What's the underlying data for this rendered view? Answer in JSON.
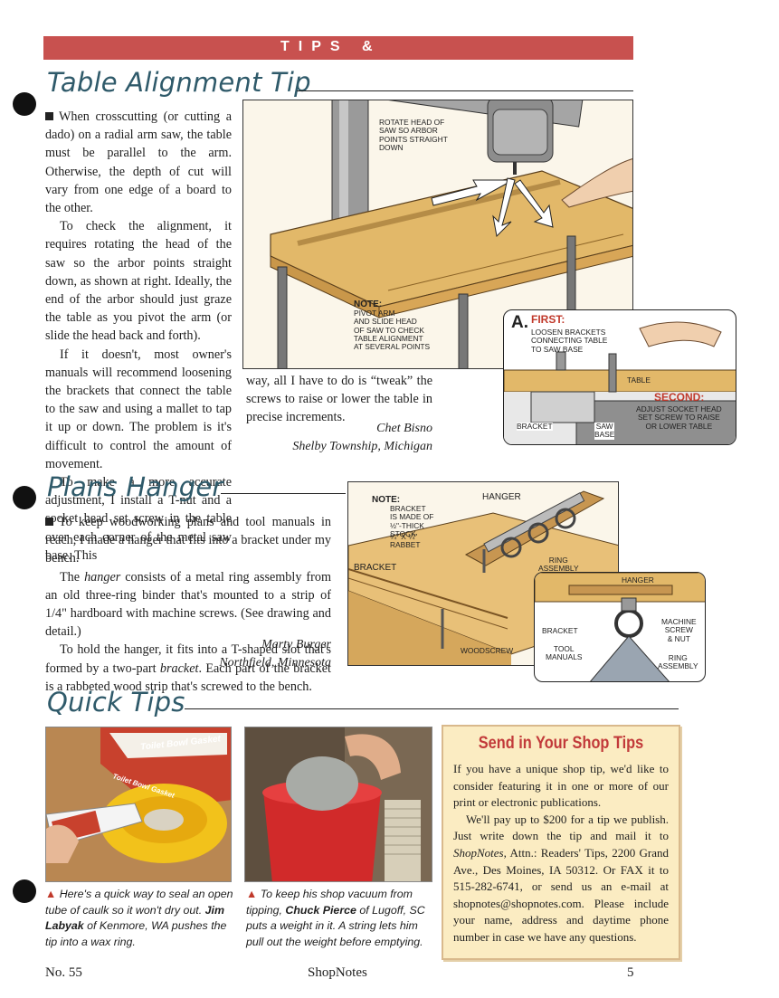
{
  "header": {
    "band_label": "TIPS &"
  },
  "table_alignment": {
    "title": "Table Alignment Tip",
    "paragraphs": [
      "When crosscutting (or cutting a dado) on a radial arm saw, the table must be parallel to the arm. Otherwise, the depth of cut will vary from one edge of a board to the other.",
      "To check the alignment, it requires rotating the head of the saw so the arbor points straight down, as shown at right. Ideally, the end of the arbor should just graze the table as you pivot the arm (or slide the head back and forth).",
      "If it doesn't, most owner's manuals will recommend loosening the brackets that connect the table to the saw and using a mallet to tap it up or down. The problem is it's difficult to control the amount of movement.",
      "To make a more accurate adjustment, I install a T-nut and a socket head set screw in the table over each corner of the metal saw base. This"
    ],
    "continuation": "way, all I have to do is “tweak” the screws to raise or lower the table in precise increments.",
    "credit_name": "Chet Bisno",
    "credit_place": "Shelby Township, Michigan",
    "illustration": {
      "label_rotate": "ROTATE HEAD OF\nSAW SO ARBOR\nPOINTS STRAIGHT\nDOWN",
      "note_heading": "NOTE:",
      "note_text": "PIVOT ARM\nAND SLIDE HEAD\nOF SAW TO CHECK\nTABLE ALIGNMENT\nAT SEVERAL POINTS",
      "detail_letter": "a.",
      "first_heading": "FIRST:",
      "first_text": "LOOSEN BRACKETS\nCONNECTING TABLE\nTO SAW BASE",
      "label_table": "TABLE",
      "second_heading": "SECOND:",
      "second_text": "ADJUST SOCKET HEAD\nSET SCREW TO RAISE\nOR LOWER TABLE",
      "label_bracket": "BRACKET",
      "label_saw_base": "SAW\nBASE"
    }
  },
  "plans_hanger": {
    "title": "Plans Hanger",
    "p1": "To keep woodworking plans and tool manuals in reach, I made a hanger that fits into a bracket under my bench.",
    "p2_pre": "The ",
    "p2_em": "hanger",
    "p2_mid": " consists of a metal ring assembly from an old three-ring binder that's mounted to a strip of ",
    "p2_fraction": "1/4",
    "p2_post": "\" hardboard with machine screws. (See drawing and detail.)",
    "p3_pre": "To hold the hanger, it fits into a T-shaped slot that's formed by a two-part ",
    "p3_em": "bracket",
    "p3_post": ". Each part of the bracket is a rabbeted wood strip that's screwed to the bench.",
    "credit_name": "Marty Burger",
    "credit_place": "Northfield, Minnesota",
    "illustration": {
      "note_heading": "NOTE:",
      "note_text": "BRACKET\nIS MADE OF\n½\"-THICK\nSTOCK",
      "label_hanger": "HANGER",
      "label_rabbet": "¼\" x ¼\"\nRABBET",
      "label_bracket": "BRACKET",
      "label_ring_assembly": "RING\nASSEMBLY",
      "label_woodscrew": "WOODSCREW",
      "detail_hanger": "HANGER",
      "detail_bracket": "BRACKET",
      "detail_tool_manuals": "TOOL\nMANUALS",
      "detail_machine_screw": "MACHINE\nSCREW\n& NUT",
      "detail_ring_assembly": "RING\nASSEMBLY"
    }
  },
  "quick_tips": {
    "title": "Quick Tips",
    "tip1": {
      "pre": "Here's a quick way to seal an open tube of caulk so it won't dry out. ",
      "name": "Jim Labyak",
      "post": " of Kenmore, WA pushes the tip into a wax ring.",
      "box_text_1": "Toilet Bowl Gasket",
      "box_text_2": "Toilet Bowl Gasket"
    },
    "tip2": {
      "pre": "To keep his shop vacuum from tipping, ",
      "name": "Chuck Pierce",
      "post": " of Lugoff, SC puts a weight in it. A string lets him pull out the weight before emptying."
    }
  },
  "send_tips": {
    "title": "Send in Your Shop Tips",
    "p1": "If you have a unique shop tip, we'd like to consider featuring it in one or more of our print or electronic publications.",
    "p2_pre": "We'll pay up to $200 for a tip we publish. Just write down the tip and mail it to ",
    "p2_em": "ShopNotes",
    "p2_post": ", Attn.: Readers' Tips, 2200 Grand Ave., Des Moines, IA 50312. Or FAX it to 515-282-6741, or send us an e-mail at shopnotes@shopnotes.com. Please include your name, address and daytime phone number in case we have any questions."
  },
  "footer": {
    "issue": "No. 55",
    "magazine": "ShopNotes",
    "page": "5"
  },
  "colors": {
    "band": "#c8514f",
    "title_blue": "#2f5a6a",
    "accent_red": "#c0392b",
    "tip_box": "#fbecc2",
    "wood": "#e2b869"
  }
}
